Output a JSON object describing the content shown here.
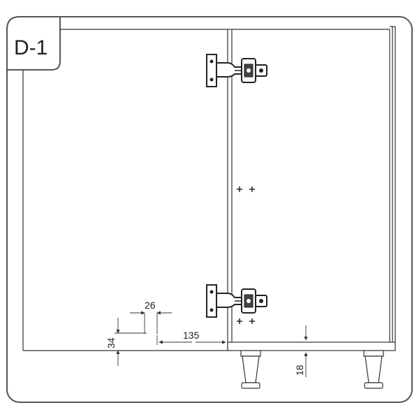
{
  "figure": {
    "label": "D-1"
  },
  "dimensions": {
    "hole_spacing": "26",
    "height_from_bottom": "34",
    "offset_from_edge": "135",
    "leg_clearance": "18"
  },
  "colors": {
    "stroke": "#333333",
    "frame": "#555555",
    "background": "#ffffff"
  }
}
